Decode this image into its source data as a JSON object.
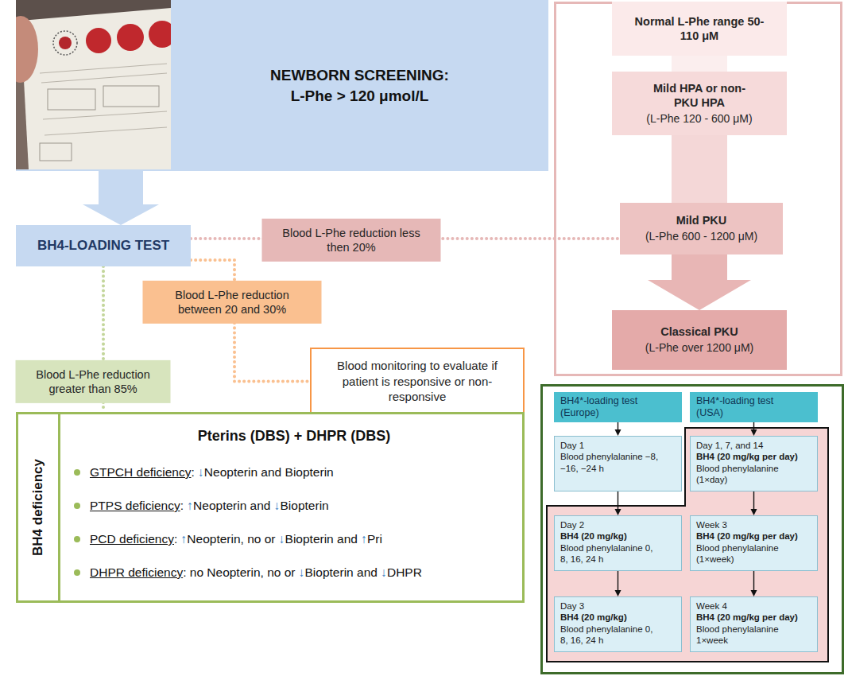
{
  "diagram": {
    "nodes": [
      {
        "text": [
          "NEWBORN SCREENING:",
          "L-Phe > 120 μmol/L"
        ]
      },
      {
        "text": [
          "Normal L-Phe range 50-110 μM"
        ]
      },
      {
        "text": [
          "Mild HPA or non-PKU HPA",
          "(L-Phe 120 - 600 μM)"
        ]
      },
      {
        "text": [
          "BH4-LOADING TEST"
        ]
      },
      {
        "text": [
          "Mild PKU",
          "(L-Phe 600 - 1200 μM)"
        ]
      },
      {
        "text": [
          "Classical PKU",
          "(L-Phe over 1200 μM)"
        ]
      },
      {
        "text": [
          "Blood monitoring to evaluate if patient is responsive or non-responsive"
        ]
      },
      {
        "text": [
          "BH4 deficiency",
          "Pterins (DBS) + DHPR (DBS)",
          "GTPCH deficiency: ↓Neopterin and Biopterin",
          "PTPS deficiency: ↑Neopterin and ↓Biopterin",
          "PCD deficiency: ↑Neopterin, no or ↓Biopterin and ↑Pri",
          "DHPR deficiency: no Neopterin, no or ↓Biopterin and ↓DHPR"
        ]
      },
      {
        "text": [
          "BH4*-loading test (Europe)"
        ]
      },
      {
        "text": [
          "BH4*-loading test (USA)"
        ]
      },
      {
        "text": [
          "Day 1",
          "Blood phenylalanine −8, −16, −24 h"
        ]
      },
      {
        "text": [
          "Day 1, 7, and 14",
          "BH4 (20 mg/kg per day)",
          "Blood phenylalanine (1×day)"
        ]
      },
      {
        "text": [
          "Day 2",
          "BH4 (20 mg/kg)",
          "Blood phenylalanine 0, 8, 16, 24 h"
        ]
      },
      {
        "text": [
          "Week 3",
          "BH4 (20 mg/kg per day)",
          "Blood phenylalanine (1×week)"
        ]
      },
      {
        "text": [
          "Day 3",
          "BH4 (20 mg/kg)",
          "Blood phenylalanine 0, 8, 16, 24 h"
        ]
      },
      {
        "text": [
          "Week 4",
          "BH4 (20 mg/kg per day)",
          "Blood phenylalanine 1×week"
        ]
      }
    ],
    "edges": [
      {
        "from": 0,
        "to": 3,
        "arrow": "to"
      },
      {
        "from": 1,
        "to": 2,
        "arrow": "none"
      },
      {
        "from": 2,
        "to": 4,
        "arrow": "none"
      },
      {
        "from": 4,
        "to": 5,
        "arrow": "to"
      },
      {
        "from": 3,
        "to": 4,
        "label": "Blood L-Phe reduction less then 20%",
        "arrow": "none"
      },
      {
        "from": 3,
        "to": 6,
        "label": "Blood L-Phe reduction between 20 and 30%",
        "arrow": "none"
      },
      {
        "from": 3,
        "to": 7,
        "label": "Blood L-Phe reduction greater than 85%",
        "arrow": "none"
      },
      {
        "from": 8,
        "to": 10,
        "arrow": "to"
      },
      {
        "from": 10,
        "to": 12,
        "arrow": "to"
      },
      {
        "from": 12,
        "to": 14,
        "arrow": "to"
      },
      {
        "from": 9,
        "to": 11,
        "arrow": "to"
      },
      {
        "from": 11,
        "to": 13,
        "arrow": "to"
      },
      {
        "from": 13,
        "to": 15,
        "arrow": "to"
      }
    ]
  }
}
